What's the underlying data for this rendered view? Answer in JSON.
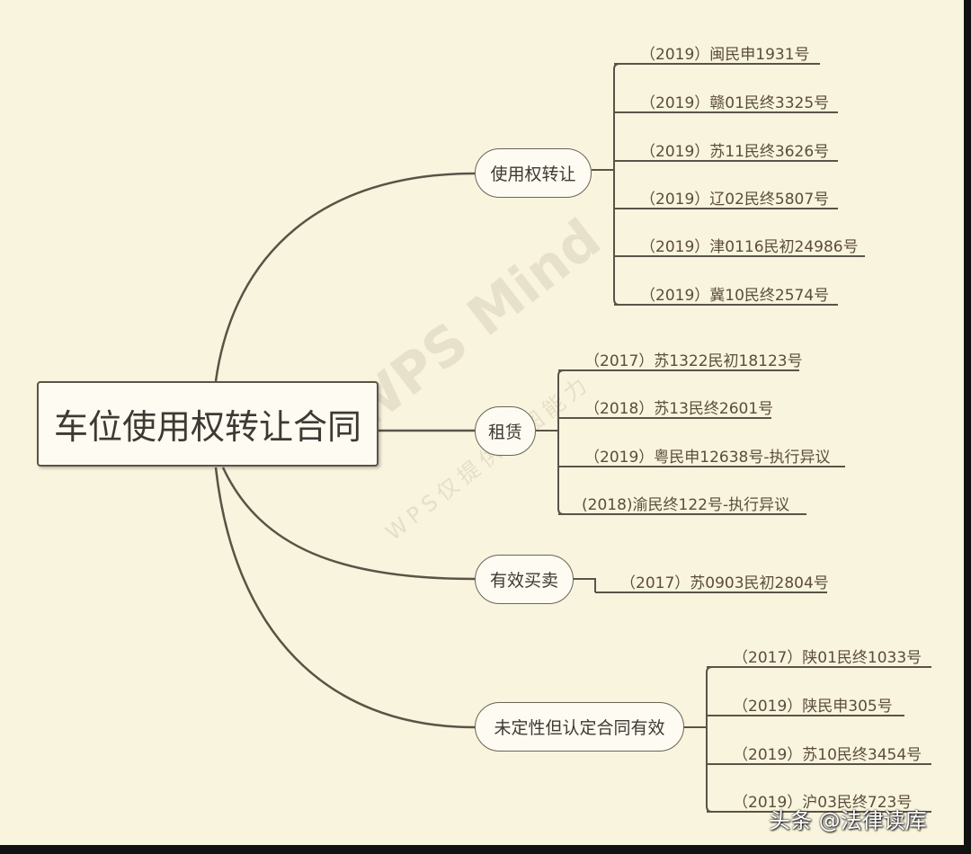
{
  "root": {
    "label": "车位使用权转让合同"
  },
  "branches": [
    {
      "label": "使用权转让",
      "cases": [
        "（2019）闽民申1931号",
        "（2019）赣01民终3325号",
        "（2019）苏11民终3626号",
        "（2019）辽02民终5807号",
        "（2019）津0116民初24986号",
        "（2019）冀10民终2574号"
      ]
    },
    {
      "label": "租赁",
      "cases": [
        "（2017）苏1322民初18123号",
        "（2018）苏13民终2601号",
        "（2019）粤民申12638号-执行异议",
        "(2018)渝民终122号-执行异议"
      ]
    },
    {
      "label": "有效买卖",
      "cases": [
        "（2017）苏0903民初2804号"
      ]
    },
    {
      "label": "未定性但认定合同有效",
      "cases": [
        "（2017）陕01民终1033号",
        "（2019）陕民申305号",
        "（2019）苏10民终3454号",
        "（2019）沪03民终723号"
      ]
    }
  ],
  "watermark": {
    "brand": "WPS Mind",
    "note": "WPS仅提供作图能力"
  },
  "credit": "头条 @法律读库",
  "colors": {
    "background": "#f9f4dd",
    "line": "#5b5347",
    "text": "#5b4d3c"
  }
}
